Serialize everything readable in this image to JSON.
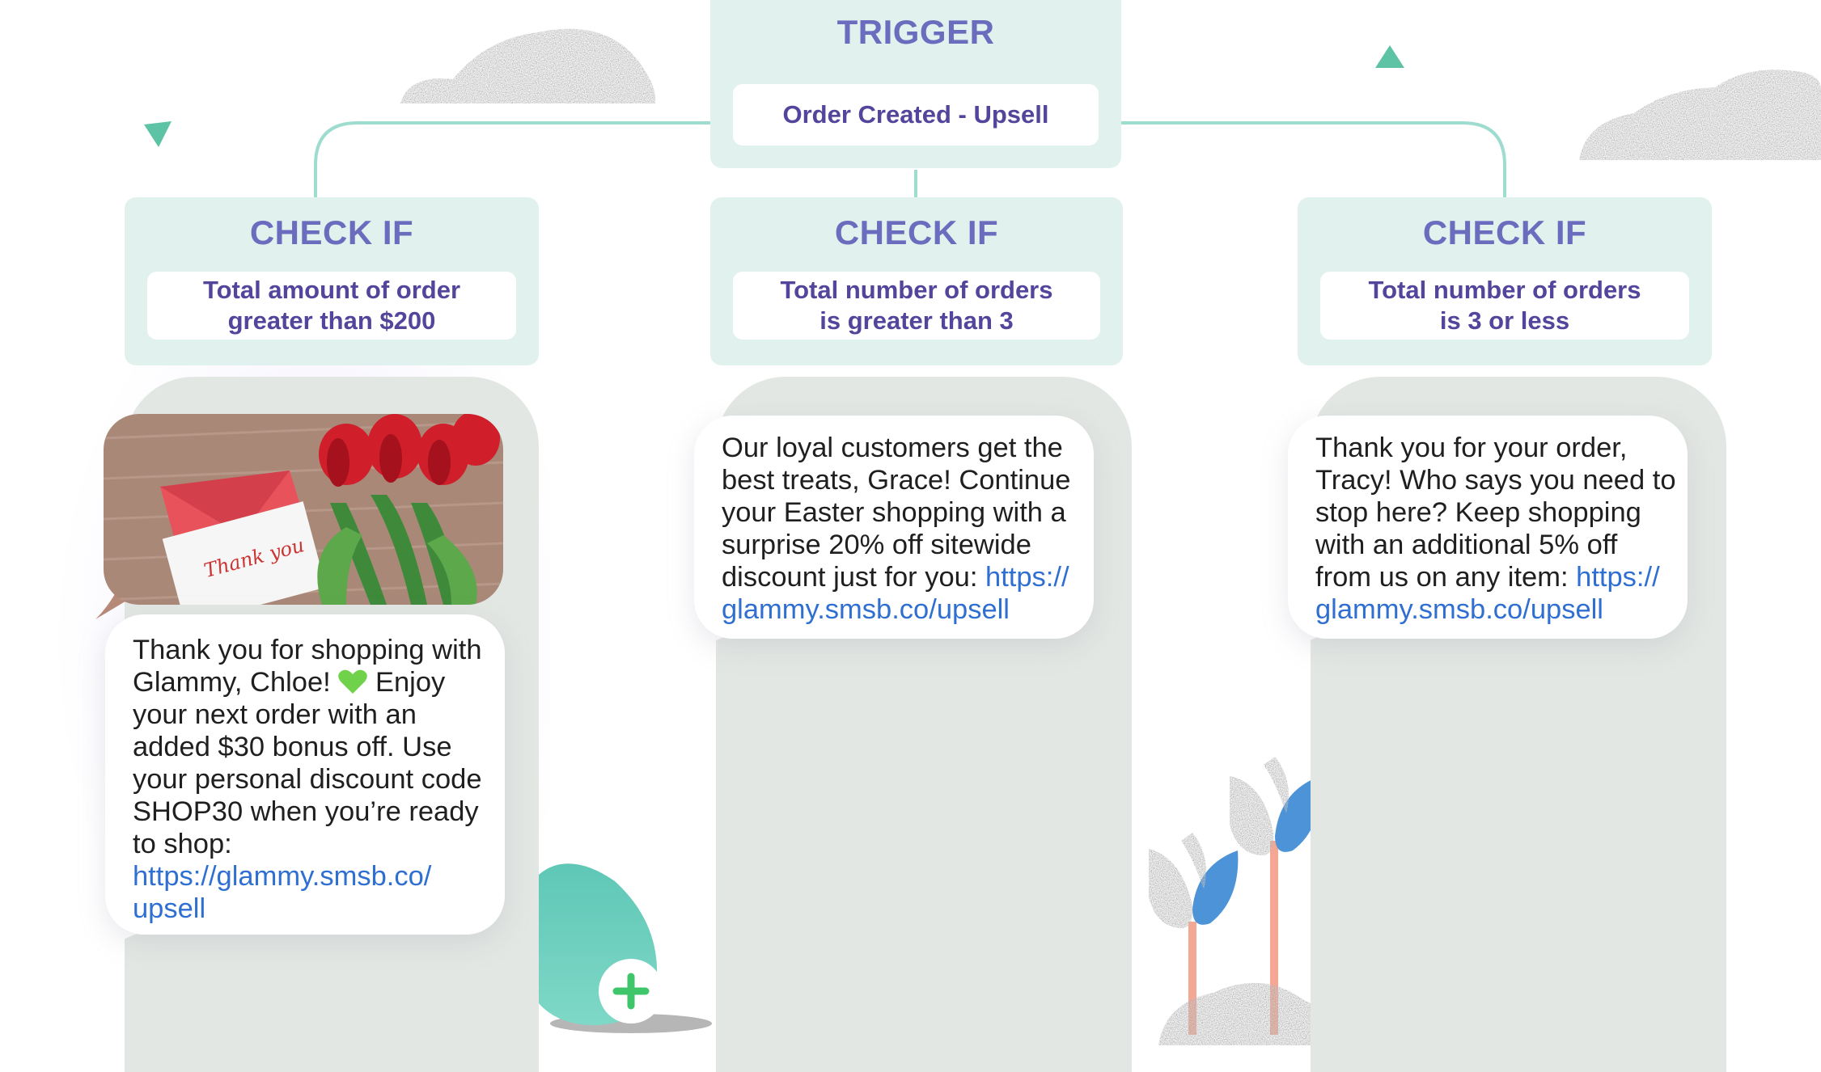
{
  "trigger": {
    "title": "TRIGGER",
    "event": "Order Created - Upsell"
  },
  "branches": [
    {
      "title": "CHECK IF",
      "condition_line1": "Total amount of order",
      "condition_line2": "greater than $200",
      "message": {
        "image_caption": "Thank you",
        "lines": [
          "Thank you for shopping with",
          "Glammy, Chloe!",
          "Enjoy",
          "your next order with an",
          "added $30 bonus off. Use",
          "your personal discount code",
          "SHOP30 when you’re ready",
          "to shop:"
        ],
        "link_line1": "https://glammy.smsb.co/",
        "link_line2": "upsell"
      }
    },
    {
      "title": "CHECK IF",
      "condition_line1": "Total number of orders",
      "condition_line2": "is greater than 3",
      "message": {
        "lines": [
          "Our loyal customers get the",
          "best treats, Grace! Continue",
          "your Easter shopping with a",
          "surprise 20% off sitewide",
          "discount just for you:"
        ],
        "link_line1": "https://",
        "link_line2": "glammy.smsb.co/upsell"
      }
    },
    {
      "title": "CHECK IF",
      "condition_line1": "Total number of orders",
      "condition_line2": "is 3 or less",
      "message": {
        "lines": [
          "Thank you for your order,",
          "Tracy! Who says you need to",
          "stop here? Keep shopping",
          "with an additional 5% off",
          "from us on any item:"
        ],
        "link_line1": "https://",
        "link_line2": "glammy.smsb.co/upsell"
      }
    }
  ],
  "colors": {
    "box_bg": "#e1f2ee",
    "title_purple": "#6c6cbf",
    "condition_purple": "#52459b",
    "connector": "#9fdcd0",
    "column_gray": "#e3e7e3",
    "link_blue": "#2f6fd1",
    "heart_green": "#6fd24a"
  },
  "icons": [
    "heart-icon",
    "plus-icon",
    "triangle-icon",
    "cloud-icon",
    "egg-icon",
    "tulip-icon"
  ]
}
